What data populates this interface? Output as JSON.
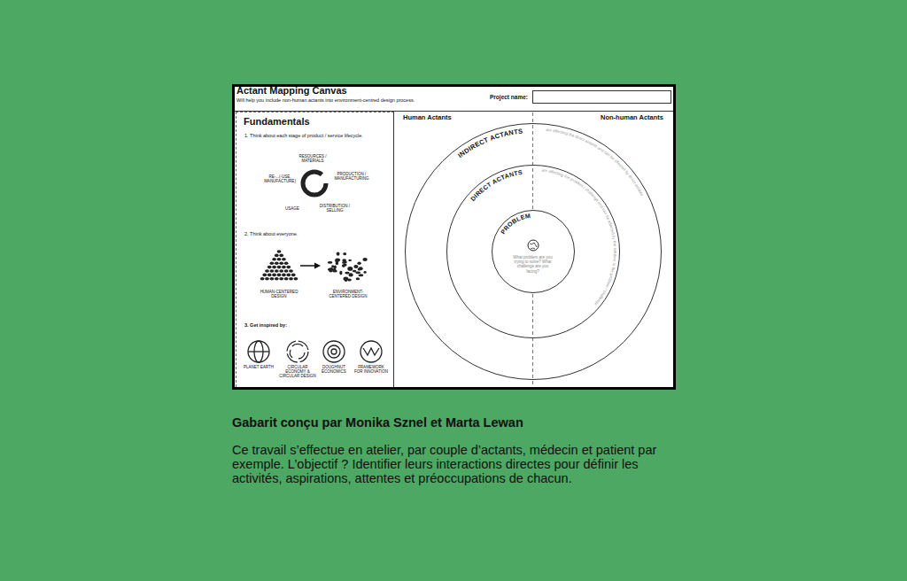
{
  "diagram": {
    "title": "Actant Mapping Canvas",
    "caption": "Gabarit conçu par Monika Sznel et Marta Lewan",
    "nodes": [
      {
        "text": [
          "Fundamentals"
        ]
      },
      {
        "text": [
          "INDIRECT ACTANTS",
          "are affecting the direct actants and can be affected by direct actants"
        ]
      },
      {
        "text": [
          "DIRECT ACTANTS",
          "are affecting the problem / challenge and can be affected by the solution to the problem / challenge"
        ],
        "in": 1
      },
      {
        "text": [
          "PROBLEM",
          "What problem are you trying to solve? What challenge are you facing?"
        ],
        "in": 2
      }
    ],
    "labels": [
      "Will help you include non-human actants into environment-centred design process.",
      "Project name:",
      "1. Think about each stage of product / service lifecycle.",
      "RESOURCES / MATERIALS",
      "PRODUCTION / MANUFACTURING",
      "DISTRIBUTION / SELLING",
      "USAGE",
      "RE-...(-USE, MANUFACTURE)",
      "2. Think about everyone.",
      "HUMAN-CENTERED DESIGN",
      "ENVIRONMENT-CENTERED DESIGN",
      "3. Get inspired by:",
      "PLANET EARTH",
      "CIRCULAR ECONOMY & CIRCULAR DESIGN",
      "DOUGHNUT ECONOMICS",
      "FRAMEWORK FOR INNOVATION",
      "Human Actants",
      "Non-human Actants",
      "Ce travail s’effectue en atelier, par couple d’actants, médecin et patient par exemple. L’objectif ? Identifier leurs interactions directes pour définir les activités, aspirations, attentes et préoccupations de chacun."
    ]
  }
}
